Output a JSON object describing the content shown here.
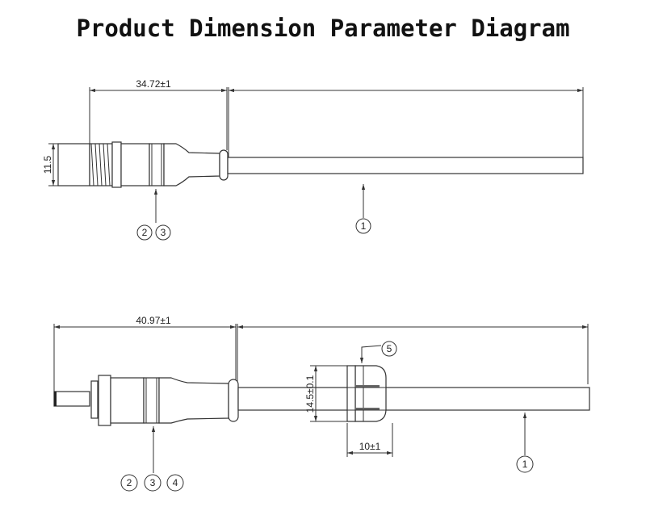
{
  "title": "Product Dimension Parameter Diagram",
  "top_view": {
    "length_dim": "34.72±1",
    "diameter_dim": "11.5",
    "callouts_connector": [
      "2",
      "3"
    ],
    "callout_cable": "1"
  },
  "bottom_view": {
    "length_dim": "40.97±1",
    "clip_height_dim": "14.5±0.1",
    "clip_width_dim": "10±1",
    "callouts_connector": [
      "2",
      "3",
      "4"
    ],
    "callout_clip": "5",
    "callout_cable": "1"
  }
}
